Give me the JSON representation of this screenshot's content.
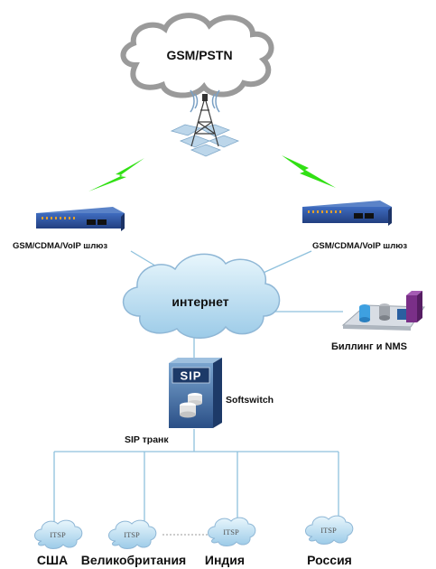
{
  "title": "",
  "nodes": {
    "cloud_top": "GSM/PSTN",
    "gateway_left": "GSM/CDMA/VoIP шлюз",
    "gateway_right": "GSM/CDMA/VoIP шлюз",
    "internet": "интернет",
    "billing": "Биллинг и NMS",
    "softswitch_badge": "SIP",
    "softswitch": "Softswitch",
    "sip_trunk": "SIP транк",
    "itsp_tag": "ITSP"
  },
  "destinations": [
    {
      "label": "США",
      "tag": "ITSP"
    },
    {
      "label": "Великобритания",
      "tag": "ITSP"
    },
    {
      "label": "Индия",
      "tag": "ITSP"
    },
    {
      "label": "Россия",
      "tag": "ITSP"
    }
  ],
  "colors": {
    "line": "#8fc1dd",
    "cloud_fill": "#bfe3f5",
    "cloud_stroke": "#8fb7d6",
    "gateway_blue": "#2f57a6",
    "bolt": "#31e014",
    "tower": "#bcd6ea"
  }
}
